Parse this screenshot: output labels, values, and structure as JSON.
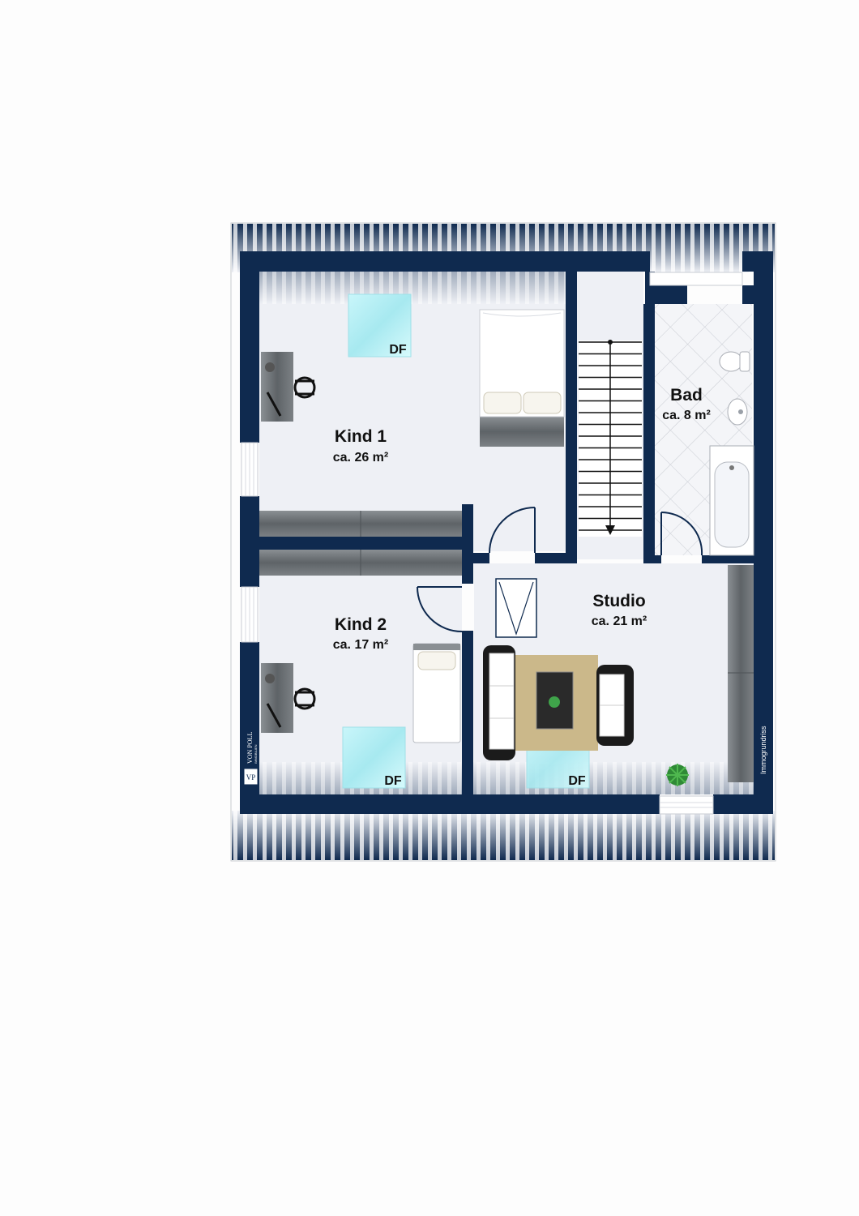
{
  "rooms": [
    {
      "name": "Kind 1",
      "area": "ca. 26 m²"
    },
    {
      "name": "Kind 2",
      "area": "ca. 17 m²"
    },
    {
      "name": "Bad",
      "area": "ca. 8 m²"
    },
    {
      "name": "Studio",
      "area": "ca. 21 m²"
    }
  ],
  "skylights": [
    "DF",
    "DF",
    "DF"
  ],
  "logo": {
    "monogram": "VP",
    "name": "VON POLL",
    "subtitle": "IMMOBILIEN"
  },
  "credit": "Immogrundriss",
  "colors": {
    "wall": "#0f2a4f",
    "floor": "#eef0f5",
    "furniture": "#6f7478",
    "skylight": "#bff0f5",
    "rug": "#cbb88a",
    "bath_tile": "#f3f4f7"
  }
}
